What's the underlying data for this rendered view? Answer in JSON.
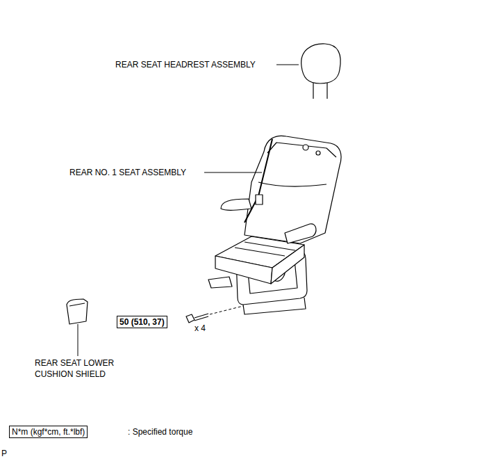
{
  "diagram": {
    "nodes": [
      {
        "text": [
          "50 (510, 37)"
        ]
      },
      {
        "text": [
          "N*m (kgf*cm, ft.*lbf)"
        ]
      }
    ],
    "labels": [
      "REAR SEAT HEADREST ASSEMBLY",
      "REAR NO. 1 SEAT ASSEMBLY",
      "x 4",
      "REAR SEAT LOWER CUSHION SHIELD",
      ": Specified torque",
      "P"
    ]
  }
}
